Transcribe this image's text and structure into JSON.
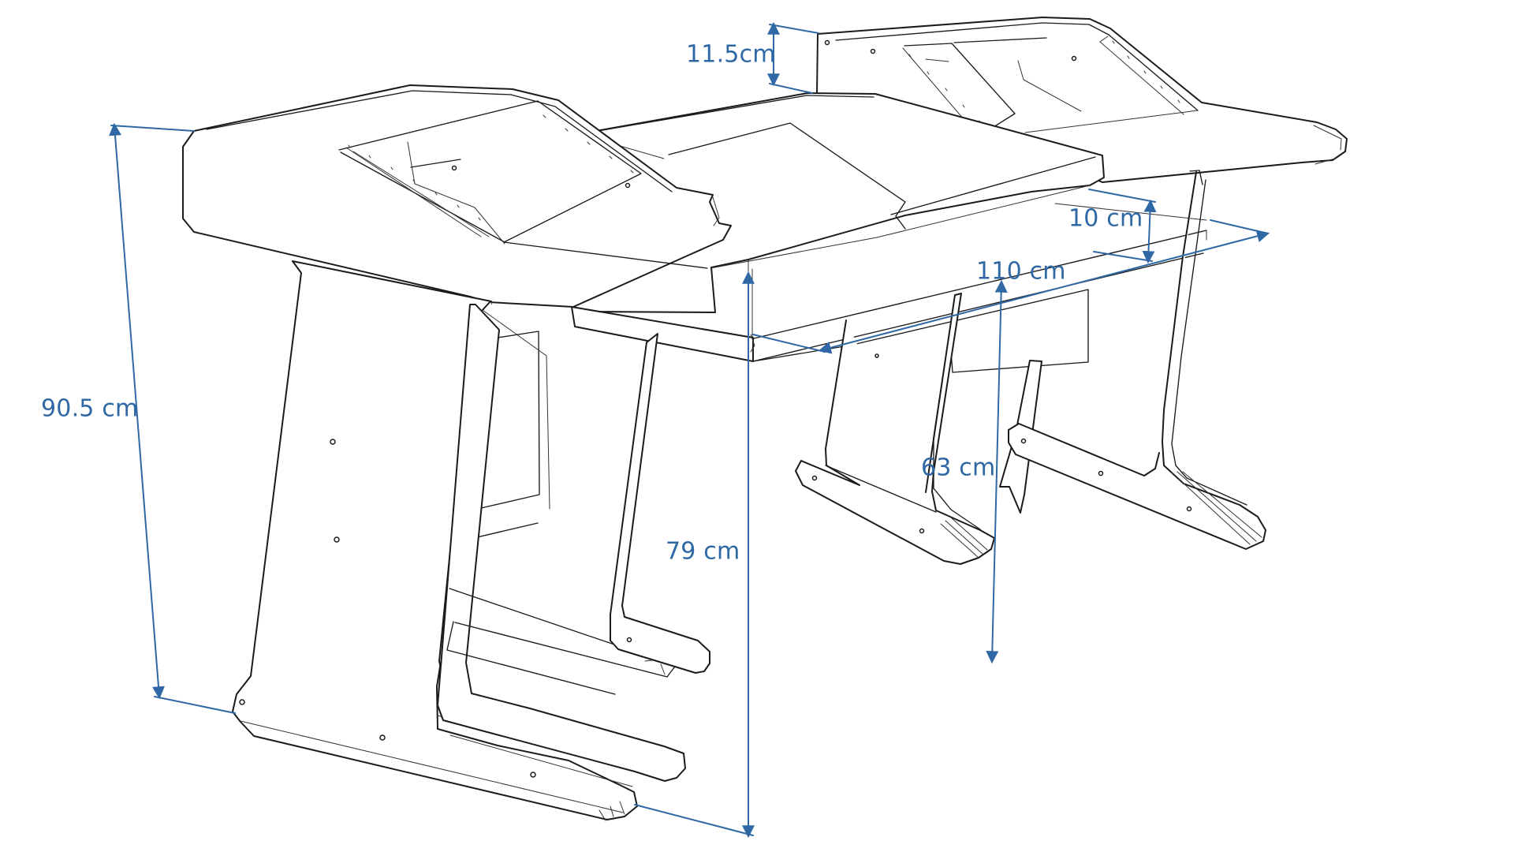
{
  "diagram": {
    "subject": "studio desk dimension drawing",
    "accent_color": "#2f68a4",
    "line_color": "#1b1b1b",
    "dimensions": {
      "depth_top": "11.5cm",
      "total_height": "90.5 cm",
      "desk_height": "79 cm",
      "rack_height": "10 cm",
      "width": "110 cm",
      "knee_height": "63 cm"
    }
  }
}
